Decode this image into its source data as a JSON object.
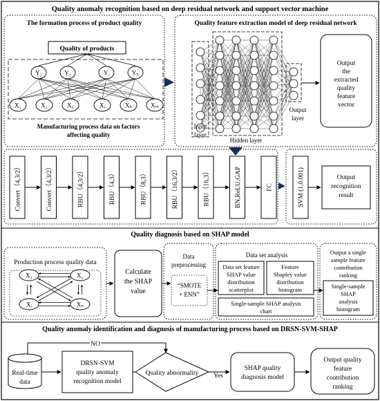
{
  "title_main": "Quality anomaly recognition based on deep residual network and support vector machine",
  "formation": {
    "title": "The formation process of product quality",
    "quality_box": "Quality of products",
    "y_nodes": [
      "Y₁",
      "Y₂",
      "Yᵢ",
      "Yₙ"
    ],
    "x_nodes": [
      "X₁",
      "X₂",
      "X₃",
      "Xᵢ",
      "Xₖ",
      "Xₘ"
    ],
    "caption_line1": "Manufacturing process data on factors",
    "caption_line2": "affecting quality"
  },
  "extraction": {
    "title": "Quality feature extraction model of deep residual network",
    "input_layer": [
      "Input",
      "layer"
    ],
    "hidden_layer": "Hidden layer",
    "output_layer": [
      "Output",
      "layer"
    ],
    "output_box": [
      "Output",
      "the",
      "extracted",
      "quality",
      "feature",
      "vector"
    ]
  },
  "pipeline": {
    "blocks": [
      "Convert（4,3/2）",
      "Convert（4,3/2）",
      "RBU（4,3/2）",
      "RBU（4,3）",
      "RBU（8,3）",
      "RBU（16,3/2）",
      "RBU（16,3）",
      "BN,ReLU,GAP",
      "FC"
    ],
    "svm": "SVM (1,0.001)",
    "result": [
      "Output",
      "recognition",
      "result"
    ]
  },
  "shap_section": {
    "title": "Quality diagnosis based on SHAP model",
    "prod_title": "Production process quality data",
    "nodes": [
      "X₁",
      "X₂",
      "Xᵢ",
      "Xₙ"
    ],
    "calc": [
      "Calculate",
      "the SHAP",
      "value"
    ],
    "prep_title": [
      "Data",
      "preprocessing"
    ],
    "prep_box": [
      "“SMOTE",
      "+ ENN”"
    ],
    "analysis_title": "Data set analysis",
    "scatter": [
      "Data set feature",
      "SHAP value",
      "distribution",
      "scatterplot"
    ],
    "histogram": [
      "Feature",
      "Shapley value",
      "distribution",
      "histogram"
    ],
    "single_chart": [
      "Single-sample SHAP analysis",
      "chart"
    ],
    "output_title": [
      "Output a single",
      "sample feature",
      "contribution",
      "ranking"
    ],
    "single_hist": [
      "Single-sample",
      "SHAP",
      "analysis",
      "histogram"
    ]
  },
  "bottom": {
    "title": "Quality anomaly identification and diagnosis of manufacturing process based on DRSN-SVM-SHAP",
    "no_label": "NO",
    "yes_label": "Yes",
    "realtime": [
      "Real-time",
      "data"
    ],
    "drsn": [
      "DRSN-SVM",
      "quality anomaly",
      "recognition model"
    ],
    "diamond": "Quality abnormality",
    "shap_model": [
      "SHAP quality",
      "diagnosis model"
    ],
    "output": [
      "Output quality",
      "feature",
      "contribution",
      "ranking"
    ]
  }
}
